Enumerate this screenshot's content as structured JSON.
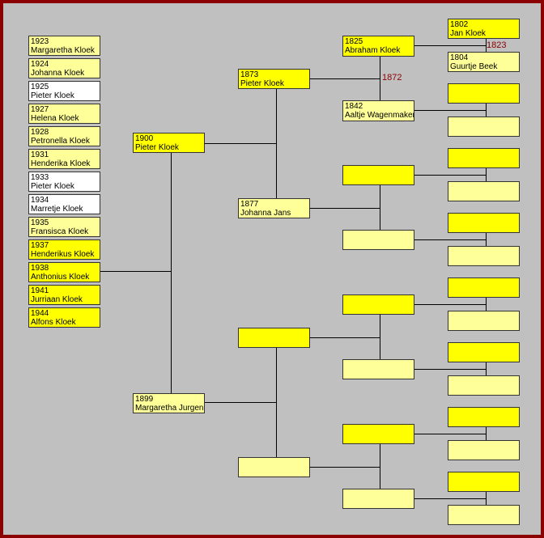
{
  "children": [
    {
      "year": "1923",
      "name": "Margaretha Kloek"
    },
    {
      "year": "1924",
      "name": "Johanna Kloek"
    },
    {
      "year": "1925",
      "name": "Pieter Kloek"
    },
    {
      "year": "1927",
      "name": "Helena Kloek"
    },
    {
      "year": "1928",
      "name": "Petronella Kloek"
    },
    {
      "year": "1931",
      "name": "Henderika Kloek"
    },
    {
      "year": "1933",
      "name": "Pieter Kloek"
    },
    {
      "year": "1934",
      "name": "Marretje Kloek"
    },
    {
      "year": "1935",
      "name": "Fransisca Kloek"
    },
    {
      "year": "1937",
      "name": "Henderikus Kloek"
    },
    {
      "year": "1938",
      "name": "Anthonius Kloek"
    },
    {
      "year": "1941",
      "name": "Jurriaan Kloek"
    },
    {
      "year": "1944",
      "name": "Alfons Kloek"
    }
  ],
  "father": {
    "year": "1900",
    "name": "Pieter Kloek"
  },
  "mother": {
    "year": "1899",
    "name": "Margaretha Jurgens"
  },
  "paternal_grandfather": {
    "year": "1873",
    "name": "Pieter Kloek"
  },
  "paternal_grandmother": {
    "year": "1877",
    "name": "Johanna Jans"
  },
  "great_grandfather": {
    "year": "1825",
    "name": "Abraham Kloek"
  },
  "great_grandmother": {
    "year": "1842",
    "name": "Aaltje Wagenmaker"
  },
  "gg_grandfather": {
    "year": "1802",
    "name": "Jan Kloek"
  },
  "gg_grandmother": {
    "year": "1804",
    "name": "Guurtje Beek"
  },
  "marriage_years": {
    "gg": "1823",
    "great": "1872"
  }
}
